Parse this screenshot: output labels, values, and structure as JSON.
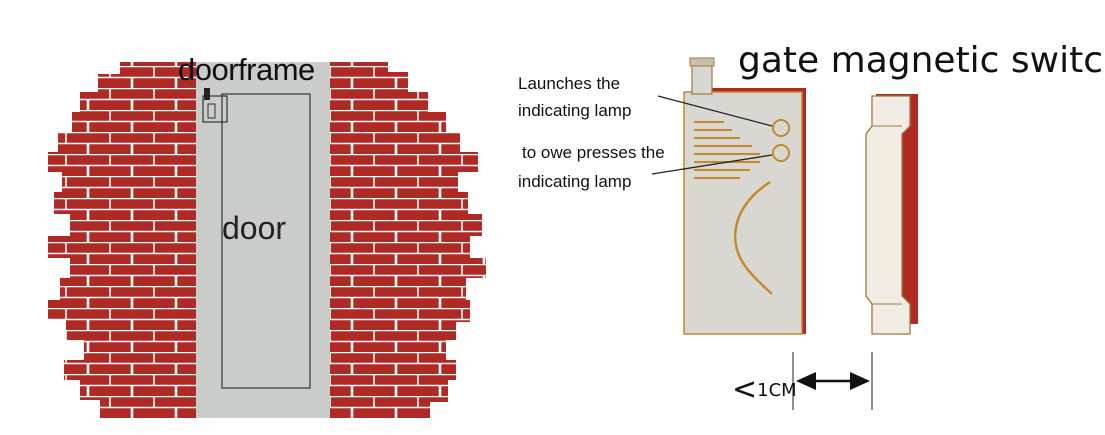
{
  "labels": {
    "doorframe": "doorframe",
    "door": "door",
    "title": "gate magnetic switch",
    "lamp_launch": [
      "Launches the",
      "indicating lamp"
    ],
    "lamp_owe": [
      "to owe presses the",
      "indicating lamp"
    ],
    "gap_value": "1CM",
    "gap_symbol": "<"
  },
  "colors": {
    "brick": "#b02a25",
    "mortar": "#ffffff",
    "door_panel": "#c9cccb",
    "switch_body": "#d9d7d2",
    "switch_edge": "#b02a25",
    "sensor_line": "#c28a2c",
    "outline": "#333333"
  }
}
